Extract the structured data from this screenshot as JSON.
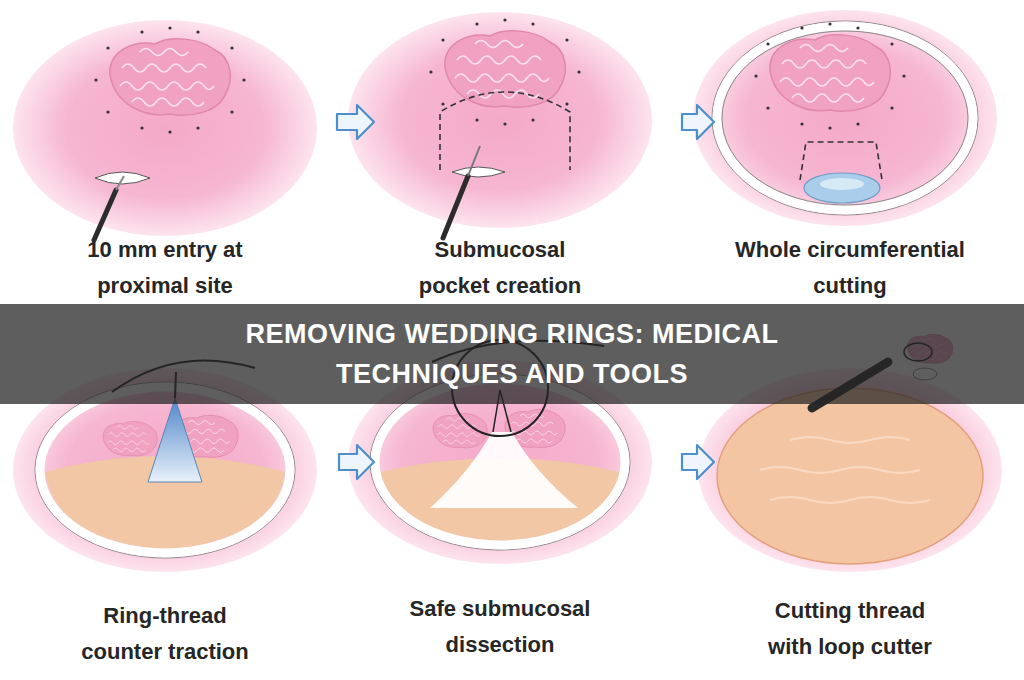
{
  "diagram": {
    "title": "REMOVING WEDDING RINGS: MEDICAL TECHNIQUES AND TOOLS",
    "nodes": [
      {
        "text": [
          "10 mm entry at proximal site"
        ]
      },
      {
        "text": [
          "Submucosal pocket creation"
        ]
      },
      {
        "text": [
          "Whole circumferential cutting"
        ]
      },
      {
        "text": [
          "Ring-thread counter traction"
        ]
      },
      {
        "text": [
          "Safe submucosal dissection"
        ]
      },
      {
        "text": [
          "Cutting thread with loop cutter"
        ]
      }
    ],
    "edges": [
      {
        "from": 0,
        "to": 1,
        "arrow": "to"
      },
      {
        "from": 1,
        "to": 2,
        "arrow": "to"
      },
      {
        "from": 3,
        "to": 4,
        "arrow": "to"
      },
      {
        "from": 4,
        "to": 5,
        "arrow": "to"
      }
    ]
  }
}
